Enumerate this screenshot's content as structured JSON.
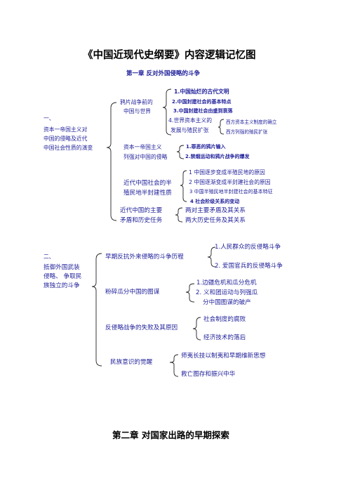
{
  "title": "《中国近现代史纲要》内容逻辑记忆图",
  "chapter1": {
    "heading": "第一章   反对外国侵略的斗争",
    "section1": {
      "label": [
        "一、",
        "资本一帝国主义对",
        "中国的侵略及近代",
        "中国社会性质的演变"
      ],
      "groups": [
        {
          "label": [
            "鸦片战争前的",
            "中国与世界"
          ],
          "items": [
            "1.中国灿烂的古代文明",
            "2.中国封建社会的基本特点",
            "3.中国封建社会由盛到衰落"
          ],
          "sub": {
            "label": [
              "4.世界资本主义的",
              "发展与殖民扩张"
            ],
            "items": [
              "西方资本主义制度的确立",
              "西方列强的殖民扩张"
            ]
          }
        },
        {
          "label": [
            "资本一帝国主义",
            "列强对中国的侵略"
          ],
          "items": [
            "1.罪恶的鸦片输入",
            "2.禁烟运动和鸦片战争的爆发"
          ]
        },
        {
          "label": [
            "近代中国社会的半",
            "殖民地半封建性质"
          ],
          "items": [
            "1 中国逐步变成半殖民地的原因",
            "2 中国逐渐变成半封建社会的原因",
            "3 中国半殖民地半封建社会的基本特征",
            "4  社会阶级关系的变动"
          ]
        },
        {
          "label": [
            "近代中国的主要",
            "矛盾和历史任务"
          ],
          "items": [
            "两对主要矛盾及其关系",
            "两大历史任务及其关系"
          ]
        }
      ]
    },
    "section2": {
      "label": [
        "二、",
        "抵御外国武装",
        "侵略、 争取民",
        "族独立的斗争"
      ],
      "groups": [
        {
          "label": [
            "早期反抗外来侵略的斗争历程"
          ],
          "items": [
            "1.人民群众的反侵略斗争",
            "2.  爱国官兵的反侵略斗争"
          ]
        },
        {
          "label": [
            "粉碎瓜分中国的图谋"
          ],
          "items": [
            "1.边疆危机和瓜分危机",
            "2.  义和团运动与列强瓜",
            "分中国图谋的破产"
          ]
        },
        {
          "label": [
            "反侵略战争的失败及其原因"
          ],
          "items": [
            "社会制度的腐败",
            "经济技术的落后"
          ]
        },
        {
          "label": [
            "民族意识的觉醒"
          ],
          "items": [
            "师夷长技以制夷和早期维新思想",
            "救亡图存和振兴中华"
          ]
        }
      ]
    }
  },
  "chapter2": {
    "heading": "第二章   对国家出路的早期探索"
  }
}
